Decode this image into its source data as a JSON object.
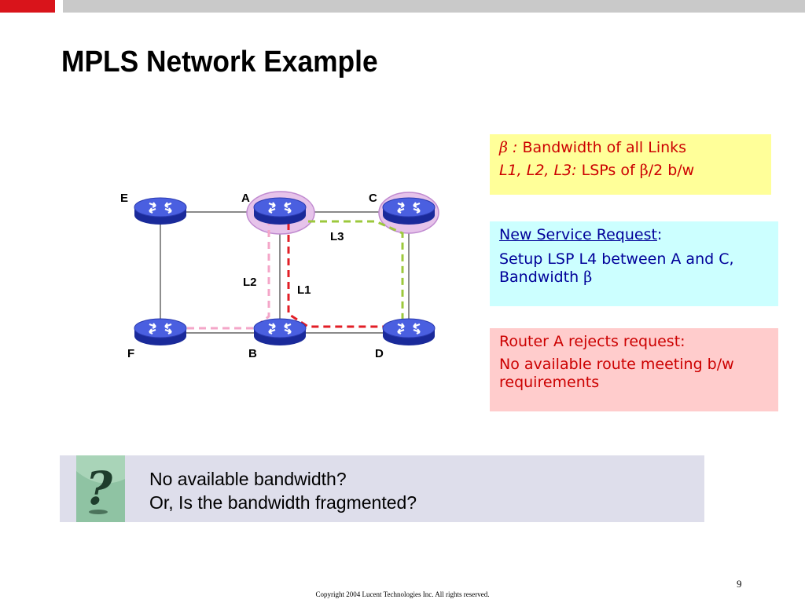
{
  "slide": {
    "title": "MPLS Network Example",
    "page_number": "9",
    "copyright": "Copyright 2004 Lucent Technologies Inc.  All rights reserved."
  },
  "diagram": {
    "nodes": {
      "E": "E",
      "A": "A",
      "C": "C",
      "F": "F",
      "B": "B",
      "D": "D"
    },
    "lsp_labels": {
      "L1": "L1",
      "L2": "L2",
      "L3": "L3"
    },
    "colors": {
      "router": "#3f4fd0",
      "highlight": "#d9a8e0",
      "L1": "#e21e26",
      "L2": "#f4a6c8",
      "L3": "#9cc83c"
    }
  },
  "legend_box": {
    "beta": "β",
    "line1_sep": " : ",
    "line1_text": "Bandwidth of all Links",
    "line2_italic": "L1, L2, L3:",
    "line2_text1": " LSPs of ",
    "line2_text2": "/2 b/w"
  },
  "request_box": {
    "heading": "New Service Request",
    "heading_colon": ":",
    "body1": "Setup LSP L4 between A and C, Bandwidth ",
    "beta": "β"
  },
  "reject_box": {
    "line1": "Router A rejects request:",
    "line2": "No available route meeting b/w requirements"
  },
  "question": {
    "icon": "question-mark-icon",
    "line1": "No available bandwidth?",
    "line2": "Or, Is the bandwidth fragmented?"
  }
}
